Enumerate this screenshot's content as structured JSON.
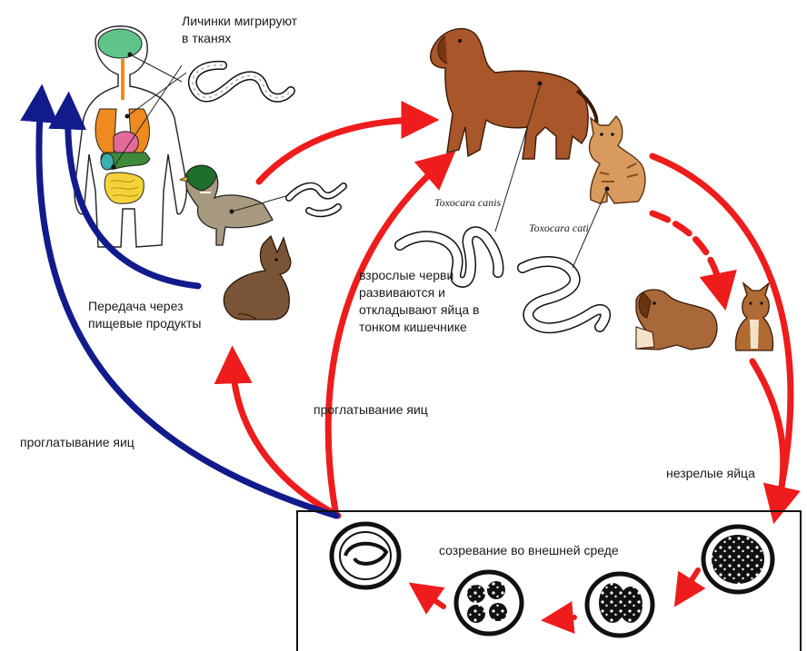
{
  "labels": {
    "larvae_migrate": "Личинки мигрируют\nв тканях",
    "food_transmission": "Передача через\nпищевые продукты",
    "adults_develop": "взрослые черви\nразвиваются и\nоткладывают яйца в\nтонком кишечнике",
    "swallow_eggs_left": "проглатывание яиц",
    "swallow_eggs_mid": "проглатывание яиц",
    "immature_eggs": "незрелые яйца",
    "maturation": "созревание во внешней среде",
    "toxocara_canis": "Toxocara canis",
    "toxocara_cati": "Toxocara cati"
  },
  "colors": {
    "red_arrow": "#ee1c1c",
    "blue_arrow": "#121b8c",
    "dog": "#a8562a",
    "cat": "#d99a5e",
    "rabbit": "#7a5436",
    "brain": "#5ec48a",
    "lungs": "#f08a1e",
    "stomach": "#e56a9a",
    "intestine": "#f4d23a",
    "kidney": "#3ab0b0"
  },
  "icons": [
    "human-anatomy-icon",
    "dog-icon",
    "cat-icon",
    "duck-icon",
    "rabbit-icon",
    "puppy-icon",
    "kitten-icon",
    "worm-icon",
    "egg-icon"
  ]
}
